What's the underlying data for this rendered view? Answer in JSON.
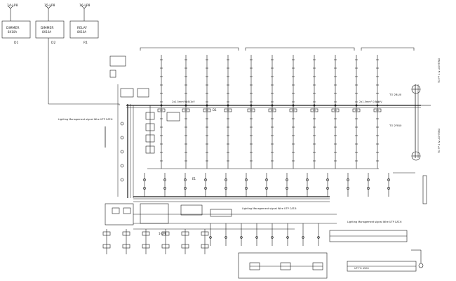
{
  "panels": [
    {
      "lp": "14-LP8",
      "type": "DIMMER",
      "box": "8X10A",
      "id": "D1"
    },
    {
      "lp": "15-LP8",
      "type": "DIMMER",
      "box": "8X10A",
      "id": "D2"
    },
    {
      "lp": "16-LP8",
      "type": "RELAY",
      "box": "8X10A",
      "id": "R1"
    }
  ],
  "labels": {
    "signal_left": "Lighting Management signal Wire UTP CAT.6",
    "signal_mid": "Lighting Management signal Wire UTP CAT.6",
    "signal_right": "Lighting Management signal Wire UTP CAT.6",
    "to_a": "TO 2BL/0",
    "to_b": "TO 2FR/0",
    "cable_top": "2x1.5mm² 0.6/1kV",
    "cable_right": "2x1.5mm² 0.6/1kV",
    "vertical_right_1": "TO FP 1 & LIGHTING",
    "vertical_right_2": "TO FP 2 & LIGHTING",
    "bottom_right": "UP TO 4500",
    "fixture_tag": "E1",
    "row_tag": "D1",
    "lp_tag": "1-LP8"
  },
  "colors": {
    "line": "#1a1a1a",
    "background": "#ffffff"
  }
}
